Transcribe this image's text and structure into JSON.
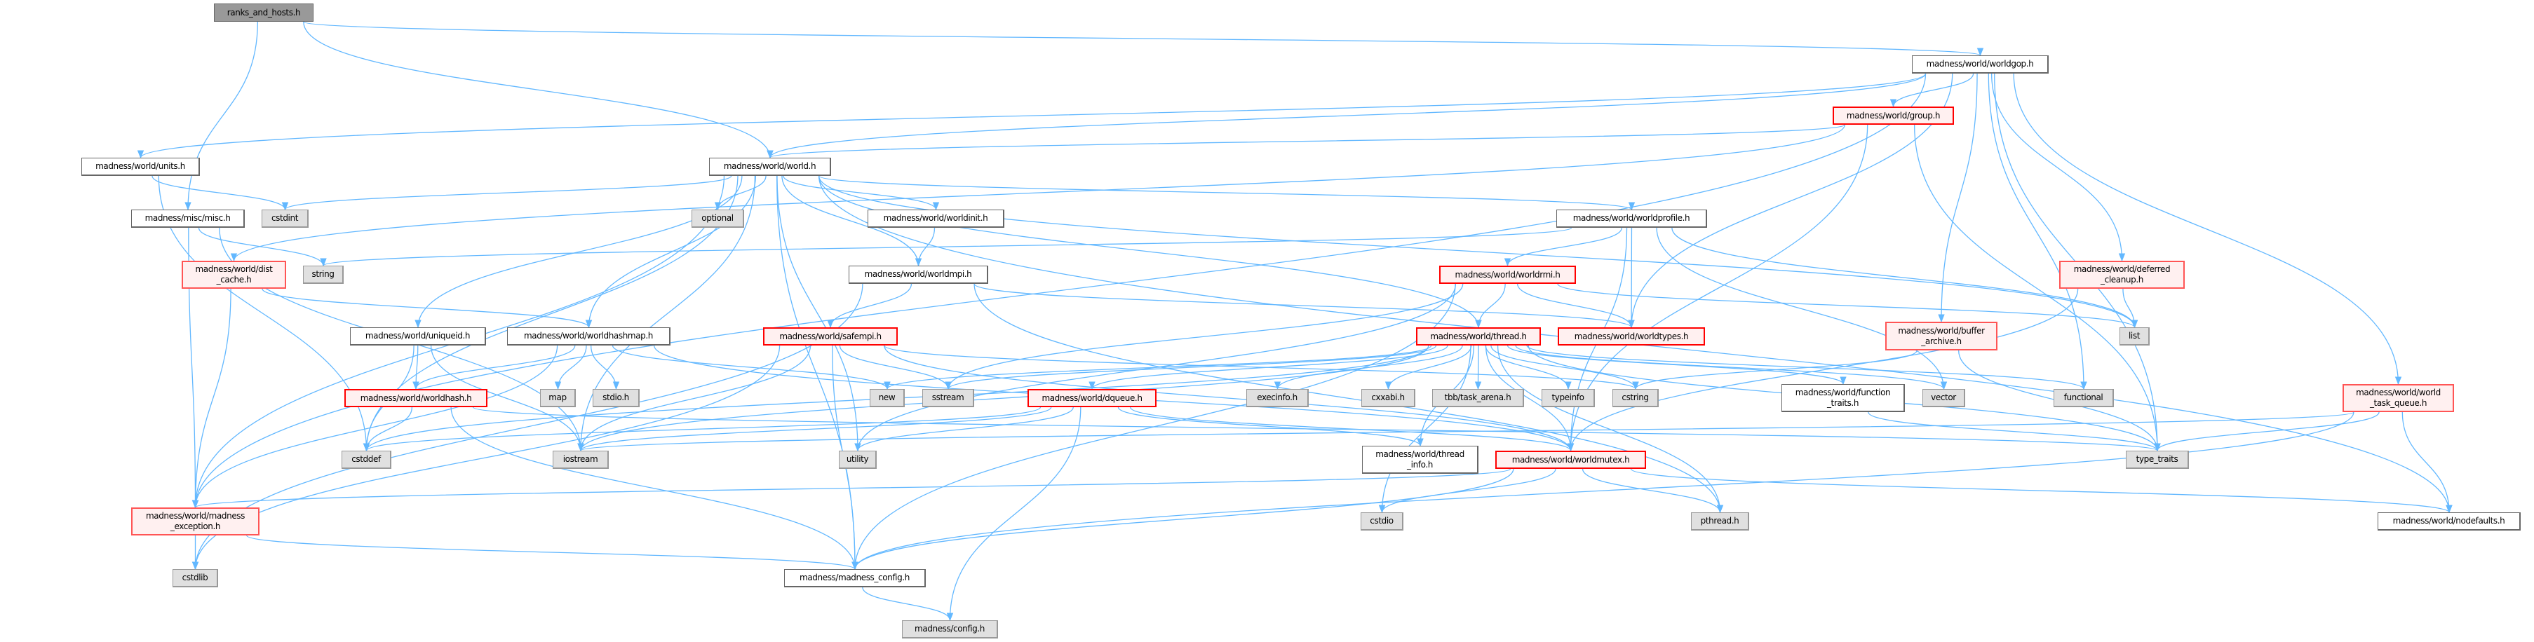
{
  "colors": {
    "edge": "#63B8FF",
    "root_fill": "#999999",
    "red_border": "#FF0000",
    "red_fill": "#FFF0F0",
    "system_fill": "#E0E0E0"
  },
  "nodes": [
    {
      "id": "ranks",
      "label": "ranks_and_hosts.h",
      "kind": "root"
    },
    {
      "id": "worldgop",
      "label": "madness/world/worldgop.h",
      "kind": "normal"
    },
    {
      "id": "group",
      "label": "madness/world/group.h",
      "kind": "red"
    },
    {
      "id": "units",
      "label": "madness/world/units.h",
      "kind": "normal"
    },
    {
      "id": "world",
      "label": "madness/world/world.h",
      "kind": "normal"
    },
    {
      "id": "misc",
      "label": "madness/misc/misc.h",
      "kind": "normal"
    },
    {
      "id": "cstdint",
      "label": "cstdint",
      "kind": "system"
    },
    {
      "id": "optional",
      "label": "optional",
      "kind": "system"
    },
    {
      "id": "worldinit",
      "label": "madness/world/worldinit.h",
      "kind": "normal"
    },
    {
      "id": "worldprofile",
      "label": "madness/world/worldprofile.h",
      "kind": "normal"
    },
    {
      "id": "distcache",
      "label": "madness/world/dist\n_cache.h",
      "kind": "red"
    },
    {
      "id": "string",
      "label": "string",
      "kind": "system"
    },
    {
      "id": "worldmpi",
      "label": "madness/world/worldmpi.h",
      "kind": "normal"
    },
    {
      "id": "worldrmi",
      "label": "madness/world/worldrmi.h",
      "kind": "red"
    },
    {
      "id": "deferred",
      "label": "madness/world/deferred\n_cleanup.h",
      "kind": "red"
    },
    {
      "id": "uniqueid",
      "label": "madness/world/uniqueid.h",
      "kind": "normal"
    },
    {
      "id": "worldhashmap",
      "label": "madness/world/worldhashmap.h",
      "kind": "normal"
    },
    {
      "id": "safempi",
      "label": "madness/world/safempi.h",
      "kind": "red"
    },
    {
      "id": "thread",
      "label": "madness/world/thread.h",
      "kind": "red"
    },
    {
      "id": "worldtypes",
      "label": "madness/world/worldtypes.h",
      "kind": "red"
    },
    {
      "id": "buffer",
      "label": "madness/world/buffer\n_archive.h",
      "kind": "red"
    },
    {
      "id": "list",
      "label": "list",
      "kind": "system"
    },
    {
      "id": "worldhash",
      "label": "madness/world/worldhash.h",
      "kind": "red"
    },
    {
      "id": "map",
      "label": "map",
      "kind": "system"
    },
    {
      "id": "stdio",
      "label": "stdio.h",
      "kind": "system"
    },
    {
      "id": "new",
      "label": "new",
      "kind": "system"
    },
    {
      "id": "sstream",
      "label": "sstream",
      "kind": "system"
    },
    {
      "id": "dqueue",
      "label": "madness/world/dqueue.h",
      "kind": "red"
    },
    {
      "id": "execinfo",
      "label": "execinfo.h",
      "kind": "system"
    },
    {
      "id": "cxxabi",
      "label": "cxxabi.h",
      "kind": "system"
    },
    {
      "id": "tbb",
      "label": "tbb/task_arena.h",
      "kind": "system"
    },
    {
      "id": "typeinfo",
      "label": "typeinfo",
      "kind": "system"
    },
    {
      "id": "cstring",
      "label": "cstring",
      "kind": "system"
    },
    {
      "id": "functiontraits",
      "label": "madness/world/function\n_traits.h",
      "kind": "normal"
    },
    {
      "id": "vector",
      "label": "vector",
      "kind": "system"
    },
    {
      "id": "functional",
      "label": "functional",
      "kind": "system"
    },
    {
      "id": "taskqueue",
      "label": "madness/world/world\n_task_queue.h",
      "kind": "red"
    },
    {
      "id": "cstddef",
      "label": "cstddef",
      "kind": "system"
    },
    {
      "id": "iostream",
      "label": "iostream",
      "kind": "system"
    },
    {
      "id": "utility",
      "label": "utility",
      "kind": "system"
    },
    {
      "id": "threadinfo",
      "label": "madness/world/thread\n_info.h",
      "kind": "normal"
    },
    {
      "id": "worldmutex",
      "label": "madness/world/worldmutex.h",
      "kind": "red"
    },
    {
      "id": "typetraits",
      "label": "type_traits",
      "kind": "system"
    },
    {
      "id": "exception",
      "label": "madness/world/madness\n_exception.h",
      "kind": "red"
    },
    {
      "id": "cstdio",
      "label": "cstdio",
      "kind": "system"
    },
    {
      "id": "pthread",
      "label": "pthread.h",
      "kind": "system"
    },
    {
      "id": "nodefaults",
      "label": "madness/world/nodefaults.h",
      "kind": "normal"
    },
    {
      "id": "cstdlib",
      "label": "cstdlib",
      "kind": "system"
    },
    {
      "id": "mconfig",
      "label": "madness/madness_config.h",
      "kind": "normal"
    },
    {
      "id": "config",
      "label": "madness/config.h",
      "kind": "system"
    }
  ],
  "edges": [
    [
      "ranks",
      "misc"
    ],
    [
      "ranks",
      "world"
    ],
    [
      "ranks",
      "worldgop"
    ],
    [
      "worldgop",
      "world"
    ],
    [
      "worldgop",
      "group"
    ],
    [
      "worldgop",
      "units"
    ],
    [
      "worldgop",
      "worldtypes"
    ],
    [
      "worldgop",
      "deferred"
    ],
    [
      "worldgop",
      "buffer"
    ],
    [
      "worldgop",
      "functional"
    ],
    [
      "worldgop",
      "typetraits"
    ],
    [
      "worldgop",
      "taskqueue"
    ],
    [
      "worldgop",
      "exception"
    ],
    [
      "group",
      "world"
    ],
    [
      "group",
      "distcache"
    ],
    [
      "group",
      "typetraits"
    ],
    [
      "group",
      "worldmutex"
    ],
    [
      "units",
      "cstdint"
    ],
    [
      "units",
      "cstddef"
    ],
    [
      "misc",
      "string"
    ],
    [
      "misc",
      "iostream"
    ],
    [
      "misc",
      "exception"
    ],
    [
      "world",
      "cstdint"
    ],
    [
      "world",
      "optional"
    ],
    [
      "world",
      "worldinit"
    ],
    [
      "world",
      "worldprofile"
    ],
    [
      "world",
      "worldmpi"
    ],
    [
      "world",
      "thread"
    ],
    [
      "world",
      "uniqueid"
    ],
    [
      "world",
      "worldhashmap"
    ],
    [
      "world",
      "cstddef"
    ],
    [
      "world",
      "iostream"
    ],
    [
      "world",
      "mconfig"
    ],
    [
      "world",
      "utility"
    ],
    [
      "world",
      "list"
    ],
    [
      "world",
      "nodefaults"
    ],
    [
      "world",
      "exception"
    ],
    [
      "distcache",
      "exception"
    ],
    [
      "distcache",
      "worldhashmap"
    ],
    [
      "worldinit",
      "worldmpi"
    ],
    [
      "worldmpi",
      "safempi"
    ],
    [
      "worldmpi",
      "worldtypes"
    ],
    [
      "worldmpi",
      "cstdlib"
    ],
    [
      "worldmpi",
      "pthread"
    ],
    [
      "worldprofile",
      "worldrmi"
    ],
    [
      "worldprofile",
      "worldtypes"
    ],
    [
      "worldprofile",
      "string"
    ],
    [
      "worldprofile",
      "list"
    ],
    [
      "worldprofile",
      "worldmutex"
    ],
    [
      "worldprofile",
      "vector"
    ],
    [
      "worldrmi",
      "thread"
    ],
    [
      "worldrmi",
      "worldtypes"
    ],
    [
      "worldrmi",
      "sstream"
    ],
    [
      "worldrmi",
      "utility"
    ],
    [
      "worldrmi",
      "list"
    ],
    [
      "worldrmi",
      "mconfig"
    ],
    [
      "uniqueid",
      "worldhash"
    ],
    [
      "uniqueid",
      "cstddef"
    ],
    [
      "uniqueid",
      "iostream"
    ],
    [
      "worldhashmap",
      "worldhash"
    ],
    [
      "worldhashmap",
      "map"
    ],
    [
      "worldhashmap",
      "stdio"
    ],
    [
      "worldhashmap",
      "exception"
    ],
    [
      "worldhashmap",
      "new"
    ],
    [
      "worldhashmap",
      "worldmutex"
    ],
    [
      "worldhash",
      "cstddef"
    ],
    [
      "worldhash",
      "mconfig"
    ],
    [
      "worldhash",
      "typetraits"
    ],
    [
      "safempi",
      "sstream"
    ],
    [
      "safempi",
      "iostream"
    ],
    [
      "safempi",
      "mconfig"
    ],
    [
      "safempi",
      "cstdlib"
    ],
    [
      "safempi",
      "worldmutex"
    ],
    [
      "safempi",
      "cstring"
    ],
    [
      "thread",
      "new"
    ],
    [
      "thread",
      "sstream"
    ],
    [
      "thread",
      "dqueue"
    ],
    [
      "thread",
      "execinfo"
    ],
    [
      "thread",
      "cxxabi"
    ],
    [
      "thread",
      "tbb"
    ],
    [
      "thread",
      "typeinfo"
    ],
    [
      "thread",
      "cstring"
    ],
    [
      "thread",
      "vector"
    ],
    [
      "thread",
      "functiontraits"
    ],
    [
      "thread",
      "functional"
    ],
    [
      "thread",
      "typetraits"
    ],
    [
      "thread",
      "threadinfo"
    ],
    [
      "thread",
      "worldmutex"
    ],
    [
      "thread",
      "cstdio"
    ],
    [
      "thread",
      "pthread"
    ],
    [
      "thread",
      "cstddef"
    ],
    [
      "thread",
      "iostream"
    ],
    [
      "dqueue",
      "cstddef"
    ],
    [
      "dqueue",
      "iostream"
    ],
    [
      "dqueue",
      "utility"
    ],
    [
      "dqueue",
      "worldmutex"
    ],
    [
      "dqueue",
      "config"
    ],
    [
      "dqueue",
      "threadinfo"
    ],
    [
      "worldmutex",
      "exception"
    ],
    [
      "worldmutex",
      "cstdio"
    ],
    [
      "worldmutex",
      "pthread"
    ],
    [
      "worldmutex",
      "nodefaults"
    ],
    [
      "worldmutex",
      "mconfig"
    ],
    [
      "exception",
      "cstdlib"
    ],
    [
      "exception",
      "mconfig"
    ],
    [
      "mconfig",
      "config"
    ],
    [
      "deferred",
      "list"
    ],
    [
      "deferred",
      "worldmutex"
    ],
    [
      "buffer",
      "typetraits"
    ],
    [
      "buffer",
      "cstring"
    ],
    [
      "functiontraits",
      "typetraits"
    ],
    [
      "taskqueue",
      "typetraits"
    ],
    [
      "taskqueue",
      "nodefaults"
    ],
    [
      "taskqueue",
      "mconfig"
    ],
    [
      "taskqueue",
      "iostream"
    ]
  ]
}
